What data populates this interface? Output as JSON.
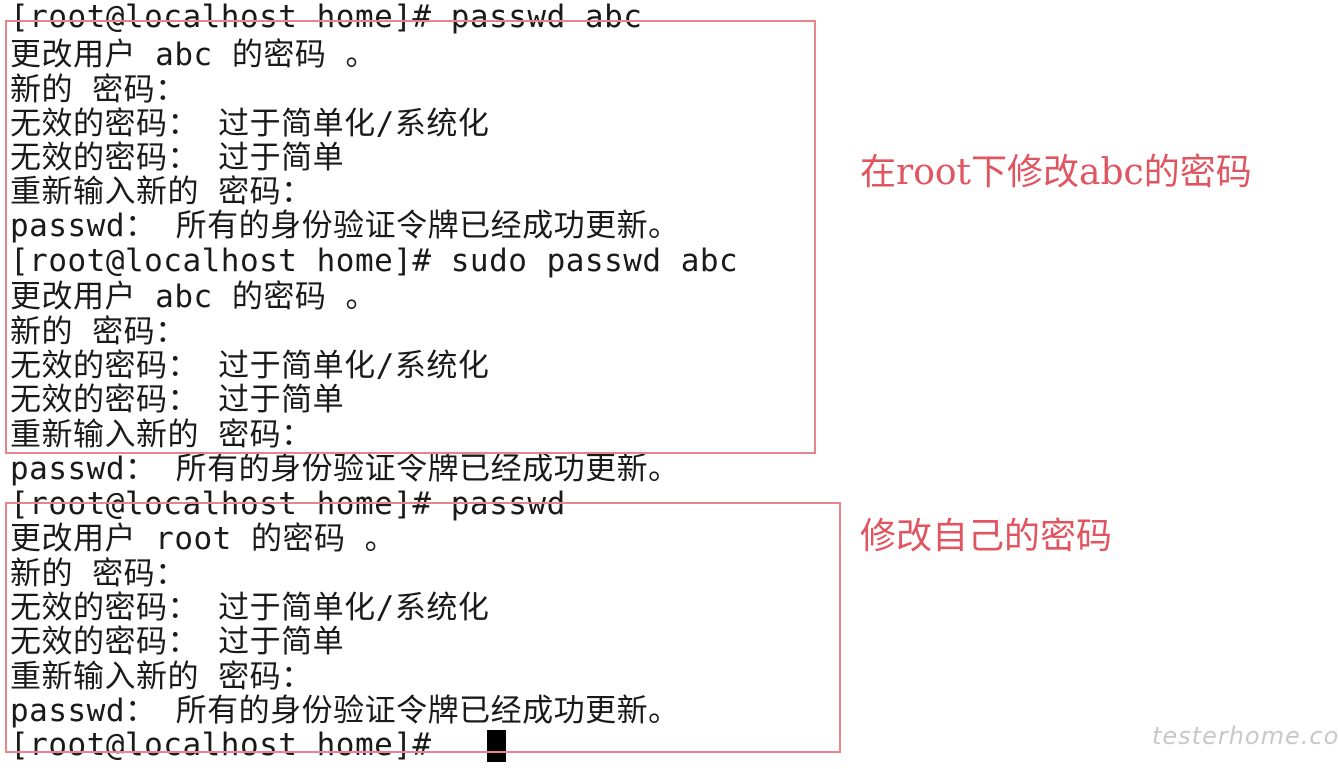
{
  "terminal": {
    "lines": [
      "[root@localhost home]# passwd abc",
      "更改用户 abc 的密码 。",
      "新的 密码：",
      "无效的密码： 过于简单化/系统化",
      "无效的密码： 过于简单",
      "重新输入新的 密码：",
      "passwd： 所有的身份验证令牌已经成功更新。",
      "[root@localhost home]# sudo passwd abc",
      "更改用户 abc 的密码 。",
      "新的 密码：",
      "无效的密码： 过于简单化/系统化",
      "无效的密码： 过于简单",
      "重新输入新的 密码：",
      "passwd： 所有的身份验证令牌已经成功更新。",
      "[root@localhost home]# passwd",
      "更改用户 root 的密码 。",
      "新的 密码：",
      "无效的密码： 过于简单化/系统化",
      "无效的密码： 过于简单",
      "重新输入新的 密码：",
      "passwd： 所有的身份验证令牌已经成功更新。",
      "[root@localhost home]# "
    ]
  },
  "annotations": {
    "root_change_abc": "在root下修改abc的密码",
    "change_own": "修改自己的密码",
    "color": "#e05560"
  },
  "watermark": "testerhome.com"
}
